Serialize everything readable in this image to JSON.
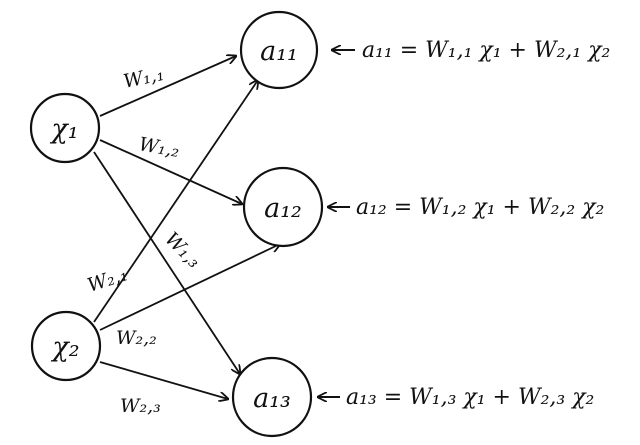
{
  "nodes": {
    "x1": "χ₁",
    "x2": "χ₂",
    "a11": "a₁₁",
    "a12": "a₁₂",
    "a13": "a₁₃"
  },
  "weights": {
    "w11": "W₁,₁",
    "w12": "W₁,₂",
    "w13": "W₁,₃",
    "w21": "W₂,₁",
    "w22": "W₂,₂",
    "w23": "W₂,₃"
  },
  "equations": {
    "a11": "a₁₁ = W₁,₁ χ₁ + W₂,₁ χ₂",
    "a12": "a₁₂ = W₁,₂ χ₁ + W₂,₂ χ₂",
    "a13": "a₁₃ = W₁,₃ χ₁ + W₂,₃ χ₂"
  }
}
